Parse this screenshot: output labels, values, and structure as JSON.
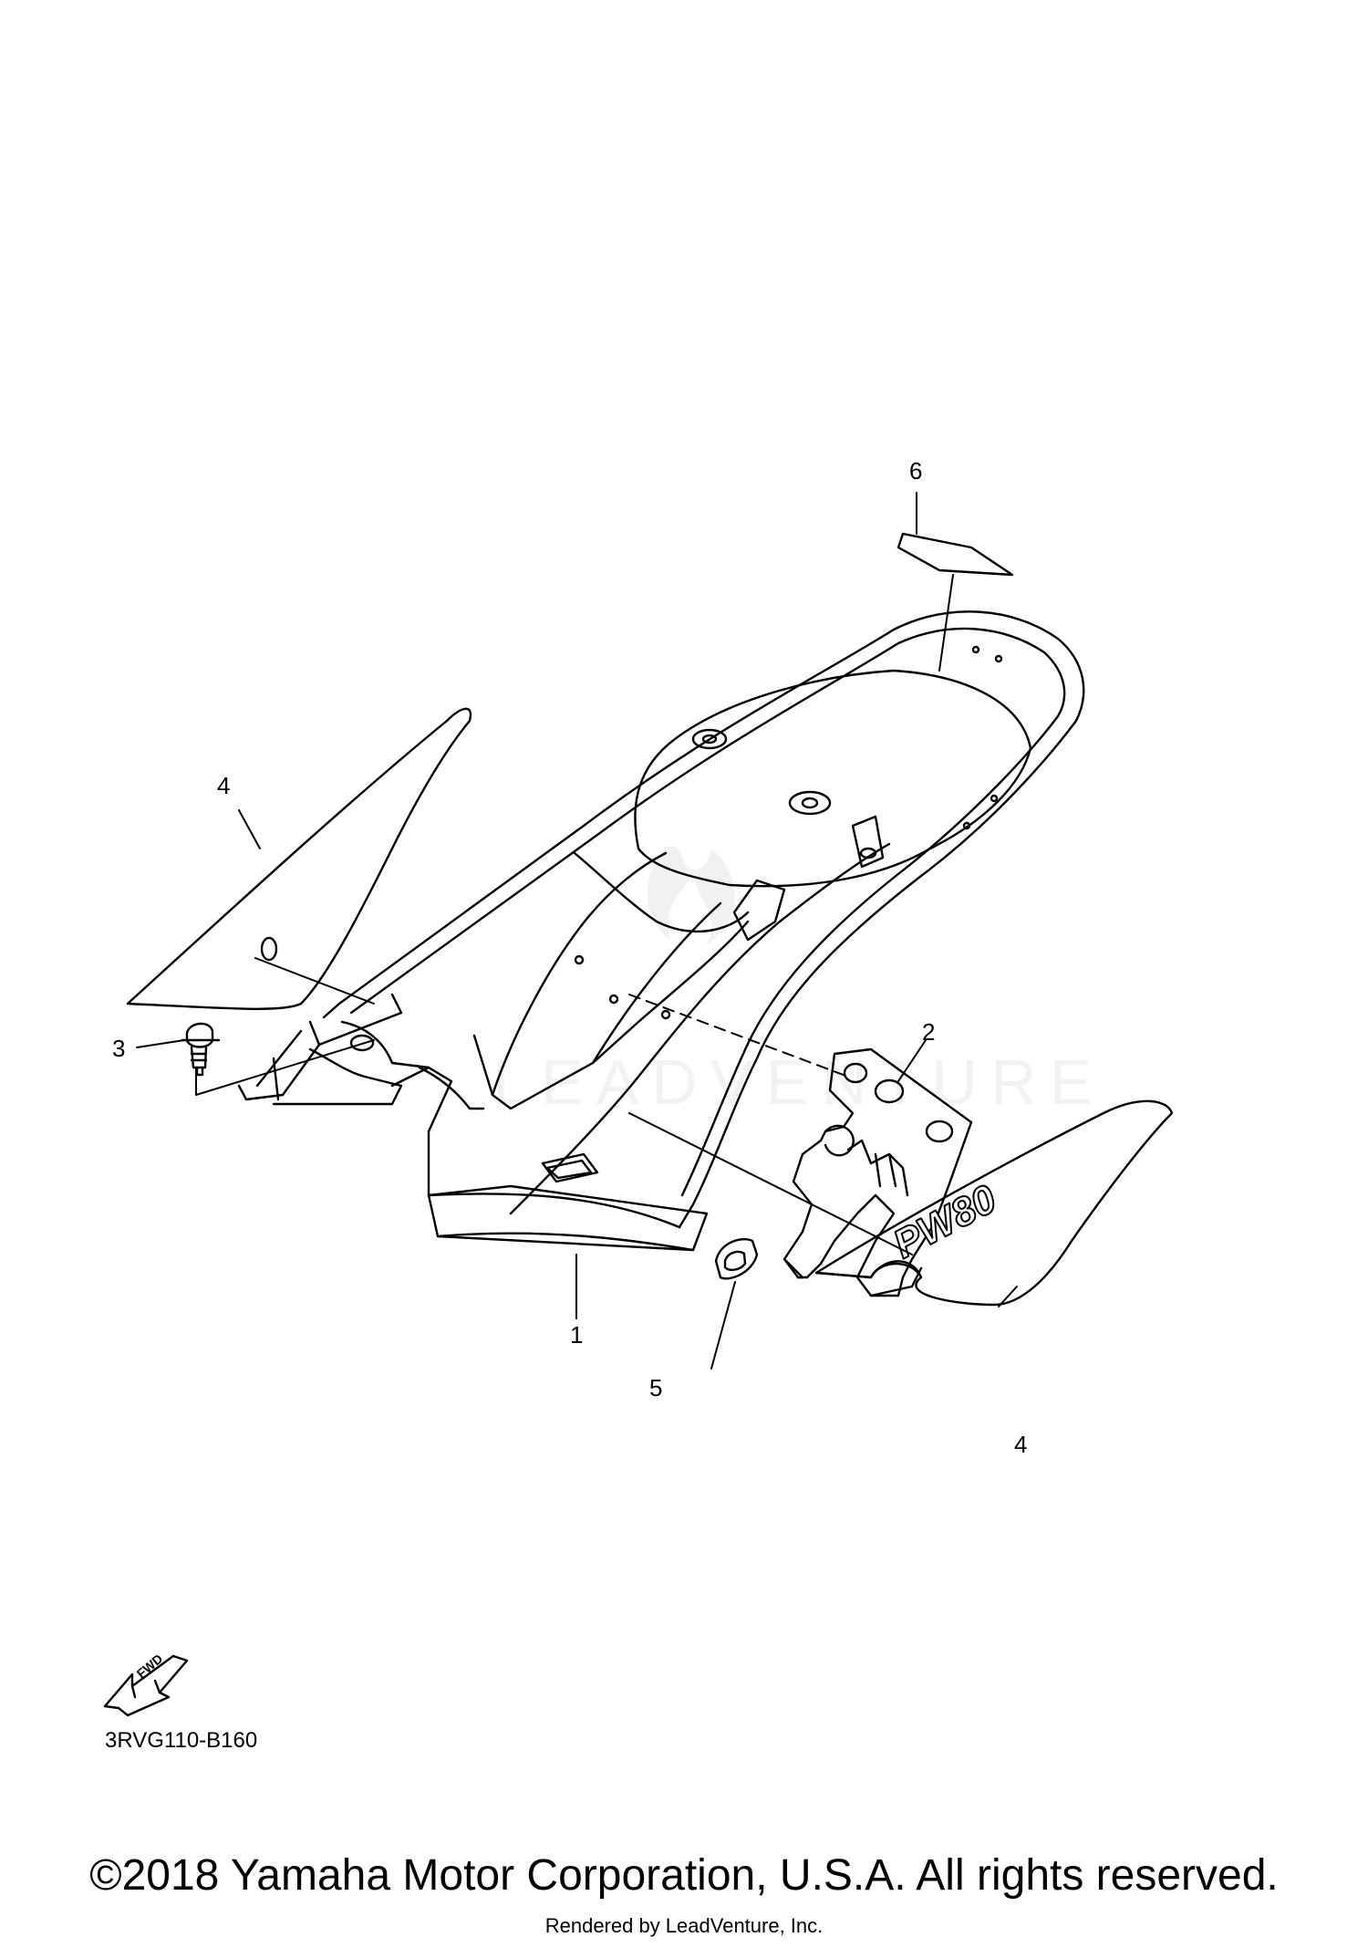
{
  "callouts": {
    "c1": "1",
    "c2": "2",
    "c3": "3",
    "c4a": "4",
    "c4b": "4",
    "c5": "5",
    "c6": "6"
  },
  "emblem_text": "PW80",
  "fwd_label": "FWD",
  "diagram_code": "3RVG110-B160",
  "watermark_text": "LEADVENTURE",
  "copyright": "©2018 Yamaha Motor Corporation, U.S.A. All rights reserved.",
  "rendered_by": "Rendered by LeadVenture, Inc."
}
